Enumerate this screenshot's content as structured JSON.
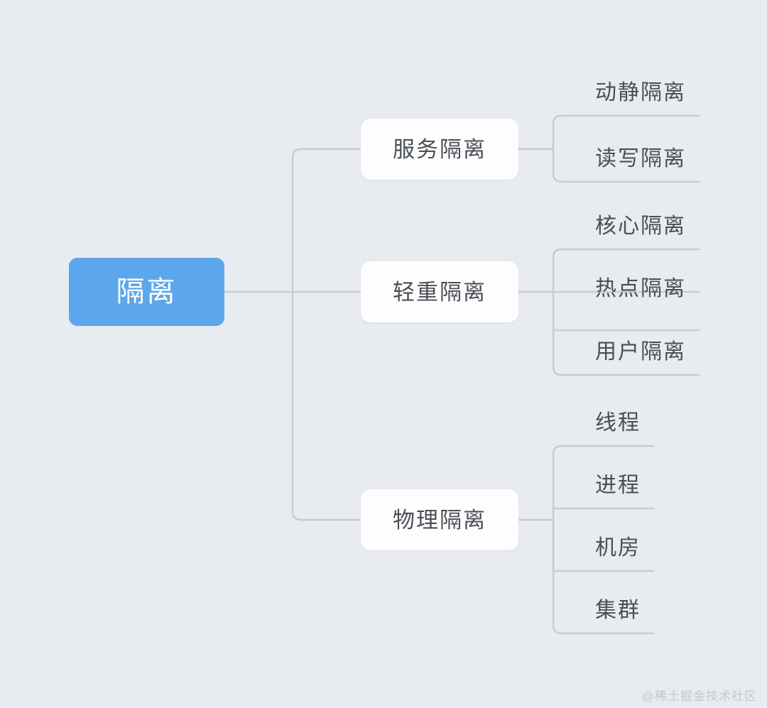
{
  "diagram": {
    "type": "mindmap",
    "background_color": "#e8ebef",
    "root": {
      "label": "隔离",
      "color": "#5ca7ec",
      "text_color": "#ffffff"
    },
    "branches": [
      {
        "label": "服务隔离",
        "leaves": [
          {
            "label": "动静隔离"
          },
          {
            "label": "读写隔离"
          }
        ]
      },
      {
        "label": "轻重隔离",
        "leaves": [
          {
            "label": "核心隔离"
          },
          {
            "label": "热点隔离"
          },
          {
            "label": "用户隔离"
          }
        ]
      },
      {
        "label": "物理隔离",
        "leaves": [
          {
            "label": "线程"
          },
          {
            "label": "进程"
          },
          {
            "label": "机房"
          },
          {
            "label": "集群"
          }
        ]
      }
    ],
    "line_color": "#c6ccd3",
    "node_text_color": "#4a4f56"
  },
  "watermark": {
    "text": "@稀土掘金技术社区"
  }
}
